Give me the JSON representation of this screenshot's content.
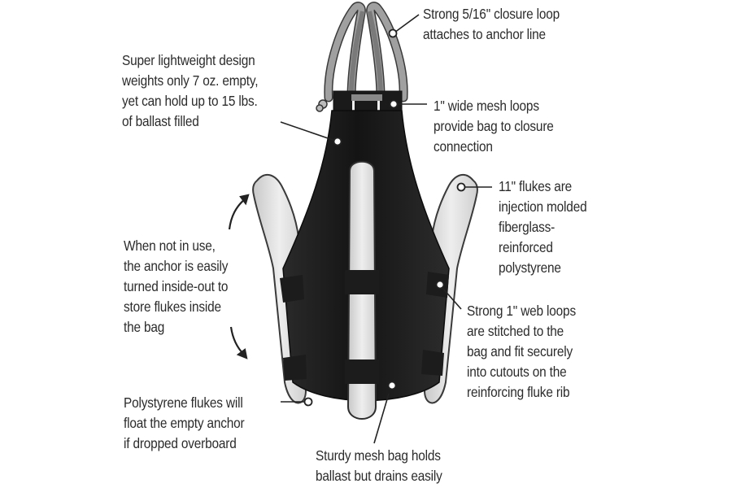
{
  "diagram": {
    "subject": "Mesh bag boat anchor with polystyrene flukes",
    "colors": {
      "bag": "#1e1e1e",
      "fluke_fill": "#d9d9d9",
      "fluke_outline": "#3a3a3a",
      "closure_loop": "#9a9a9a",
      "text": "#2b2b2b",
      "background": "#ffffff"
    },
    "callouts": [
      {
        "id": "closure-loop",
        "lines": [
          "Strong 5/16\" closure loop",
          "attaches to anchor line"
        ]
      },
      {
        "id": "lightweight-design",
        "lines": [
          "Super lightweight design",
          "weights only 7 oz. empty,",
          "yet can hold up to 15  lbs.",
          "of ballast filled"
        ]
      },
      {
        "id": "mesh-loops",
        "lines": [
          "1\" wide mesh loops",
          "provide bag to closure",
          "connection"
        ]
      },
      {
        "id": "flukes-material",
        "lines": [
          "11\" flukes are",
          "injection molded",
          "fiberglass-",
          "reinforced",
          "polystyrene"
        ]
      },
      {
        "id": "inside-out",
        "lines": [
          "When not in use,",
          "the anchor is easily",
          "turned inside-out to",
          "store flukes inside",
          "the bag"
        ]
      },
      {
        "id": "web-loops",
        "lines": [
          "Strong 1\" web loops",
          "are stitched to the",
          "bag and fit securely",
          "into cutouts on the",
          "reinforcing fluke rib"
        ]
      },
      {
        "id": "float",
        "lines": [
          "Polystyrene flukes will",
          "float the empty anchor",
          "if dropped overboard"
        ]
      },
      {
        "id": "mesh-bag",
        "lines": [
          "Sturdy mesh bag holds",
          "ballast but drains easily"
        ]
      }
    ]
  }
}
